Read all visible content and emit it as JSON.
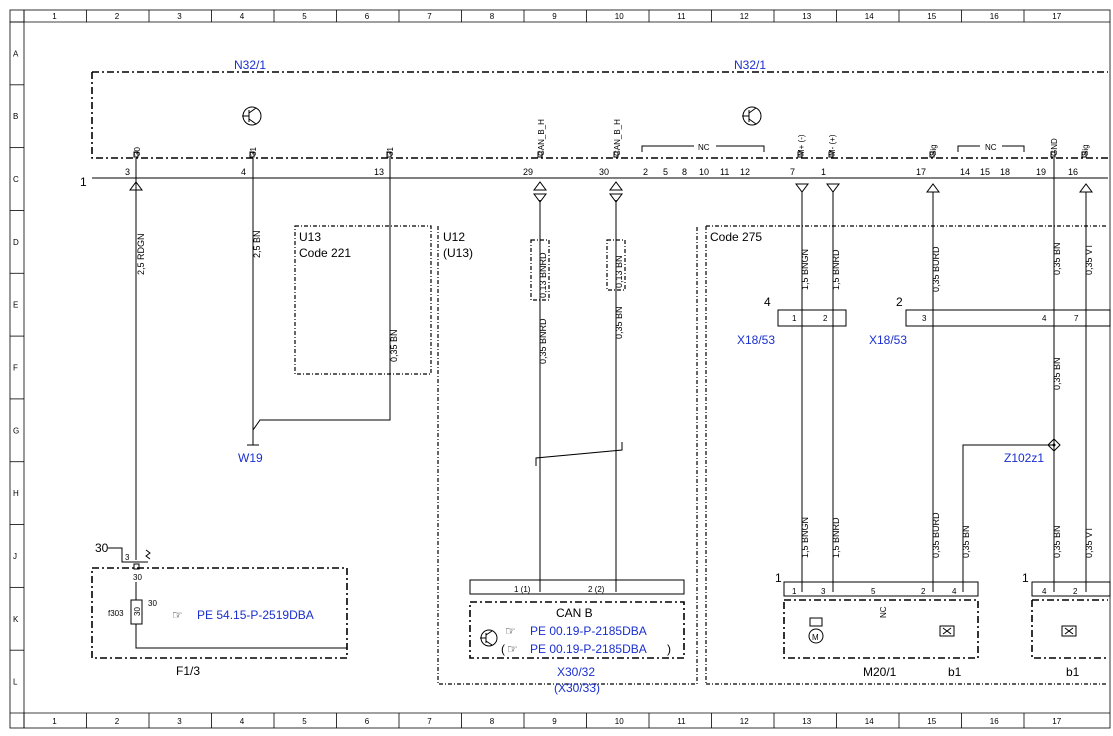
{
  "grid": {
    "columns": [
      "1",
      "2",
      "3",
      "4",
      "5",
      "6",
      "7",
      "8",
      "9",
      "10",
      "11",
      "12",
      "13",
      "14",
      "15",
      "16",
      "17"
    ],
    "rows": [
      "A",
      "B",
      "C",
      "D",
      "E",
      "F",
      "G",
      "H",
      "J",
      "K",
      "L"
    ]
  },
  "components": {
    "n32_1_left": "N32/1",
    "n32_1_right": "N32/1",
    "connector_1": "1",
    "u13": "U13",
    "code_221": "Code 221",
    "u12": "U12",
    "u12_alt": "(U13)",
    "code_275": "Code 275",
    "x18_53_a": "X18/53",
    "x18_53_b": "X18/53",
    "w19": "W19",
    "z102z1": "Z102z1",
    "f1_3": "F1/3",
    "f303": "f303",
    "can_b": "CAN B",
    "x30_32": "X30/32",
    "x30_33": "(X30/33)",
    "m20_1": "M20/1",
    "b1_a": "b1",
    "b1_b": "b1"
  },
  "pins": {
    "top": [
      {
        "num": "3",
        "sig": "30"
      },
      {
        "num": "4",
        "sig": "31"
      },
      {
        "num": "13",
        "sig": "31"
      },
      {
        "num": "29",
        "sig": "CAN_B_H"
      },
      {
        "num": "30",
        "sig": "CAN_B_H"
      },
      {
        "num": "7",
        "sig": "M+ (-)"
      },
      {
        "num": "1",
        "sig": "M- (+)"
      },
      {
        "num": "17",
        "sig": "Sig"
      },
      {
        "num": "19",
        "sig": "GND"
      },
      {
        "num": "16",
        "sig": "Sig"
      }
    ],
    "nc_group_1": [
      "2",
      "5",
      "8",
      "10",
      "11",
      "12"
    ],
    "nc_group_2": [
      "14",
      "15",
      "18"
    ],
    "nc_label": "NC",
    "x18_a": [
      "4",
      "1",
      "2"
    ],
    "x18_b": [
      "2",
      "3",
      "4",
      "7"
    ],
    "f1_3_pins": [
      "30",
      "3",
      "30",
      "30",
      "30"
    ],
    "x30_pins": [
      "1 (1)",
      "2 (2)"
    ],
    "m20_pins": [
      "1",
      "1",
      "3",
      "5",
      "2",
      "4"
    ],
    "m20_nc": "NC",
    "b1_pins": [
      "1",
      "4",
      "2"
    ]
  },
  "wires": {
    "w_3": "2,5 RDGN",
    "w_4": "2,5 BN",
    "w_13": "0,35 BN",
    "w_29_top": "0,13 BNRD",
    "w_29_bot": "0,35 BNRD",
    "w_30_top": "0,13 BN",
    "w_30_bot": "0,35 BN",
    "w_7": "1,5 BNGN",
    "w_1": "1,5 BNRD",
    "w_17": "0,35 BURD",
    "w_19": "0,35 BN",
    "w_16": "0,35 VT",
    "w_7_low": "1,5 BNGN",
    "w_1_low": "1,5 BNRD",
    "w_17_low": "0,35 BURD",
    "w_z_low": "0,35 BN",
    "w_19_mid": "0,35 BN",
    "w_19_low": "0,35 BN",
    "w_16_low": "0,35 VT"
  },
  "references": {
    "pe_fuse": "PE 54.15-P-2519DBA",
    "pe_can_1": "PE 00.19-P-2185DBA",
    "pe_can_2": "PE 00.19-P-2185DBA",
    "paren_open": "(",
    "paren_close": ")"
  }
}
